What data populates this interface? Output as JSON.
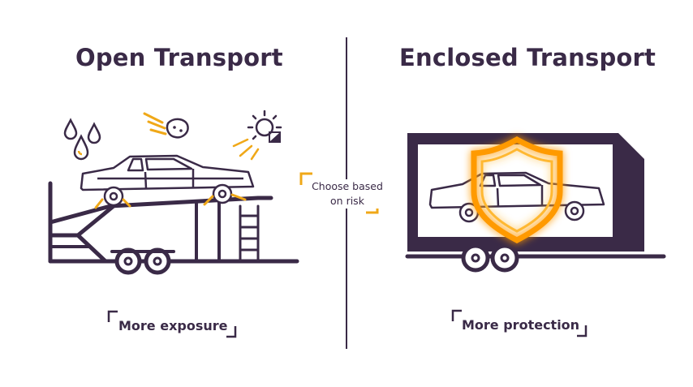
{
  "left_panel": {
    "title": "Open Transport",
    "caption": "More exposure"
  },
  "right_panel": {
    "title": "Enclosed Transport",
    "caption": "More protection"
  },
  "center_note": {
    "line1": "Choose based",
    "line2": "on risk"
  },
  "colors": {
    "ink": "#3a2a47",
    "accent": "#f0a818",
    "glow": "#ff9a00"
  },
  "icons": [
    "raindrops-icon",
    "meteor-icon",
    "sun-icon",
    "open-carrier-truck-icon",
    "enclosed-trailer-icon",
    "shield-icon",
    "car-icon"
  ]
}
